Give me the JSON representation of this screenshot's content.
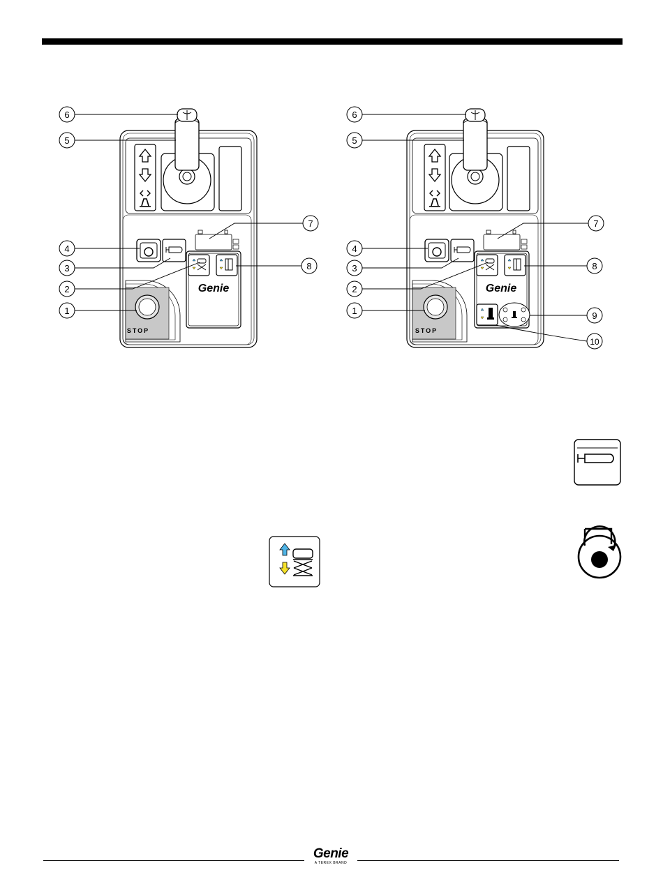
{
  "callouts": [
    "1",
    "2",
    "3",
    "4",
    "5",
    "6",
    "7",
    "8",
    "9",
    "10"
  ],
  "panel_left": {
    "stop_label": "STOP",
    "logo": "Genie"
  },
  "panel_right": {
    "stop_label": "STOP",
    "logo": "Genie"
  },
  "footer": {
    "logo": "Genie",
    "tagline": "A TEREX BRAND"
  },
  "icons": [
    "up-arrow-icon",
    "down-arrow-icon",
    "drive-icon",
    "horn-icon",
    "lift-drive-select-icon",
    "steer-icon",
    "deck-extend-icon",
    "outrigger-icon",
    "level-indicator-icon"
  ],
  "colors": {
    "up_arrow": "#4fb4e6",
    "down_arrow": "#f5e12a",
    "stop_area": "#c8c8c8",
    "outline": "#000000"
  }
}
